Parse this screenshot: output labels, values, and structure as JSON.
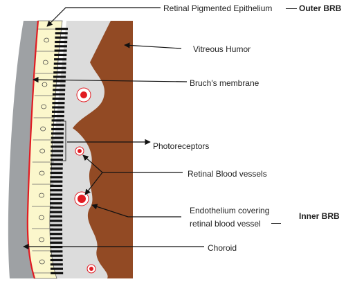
{
  "labels": {
    "rpe": "Retinal Pigmented Epithelium",
    "outer_brb": "Outer BRB",
    "vitreous": "Vitreous Humor",
    "bruch": "Bruch's membrane",
    "photoreceptors": "Photoreceptors",
    "retinal_vessels": "Retinal Blood vessels",
    "endothelium_line1": "Endothelium covering",
    "endothelium_line2": "retinal blood vessel",
    "inner_brb": "Inner BRB",
    "choroid": "Choroid"
  },
  "colors": {
    "choroid": "#9ea1a4",
    "bruch": "#e11b22",
    "rpe": "#fbf7cc",
    "retina": "#dcdcdc",
    "vitreous": "#924a24",
    "photoreceptor": "#111111",
    "vessel": "#e11b22"
  }
}
